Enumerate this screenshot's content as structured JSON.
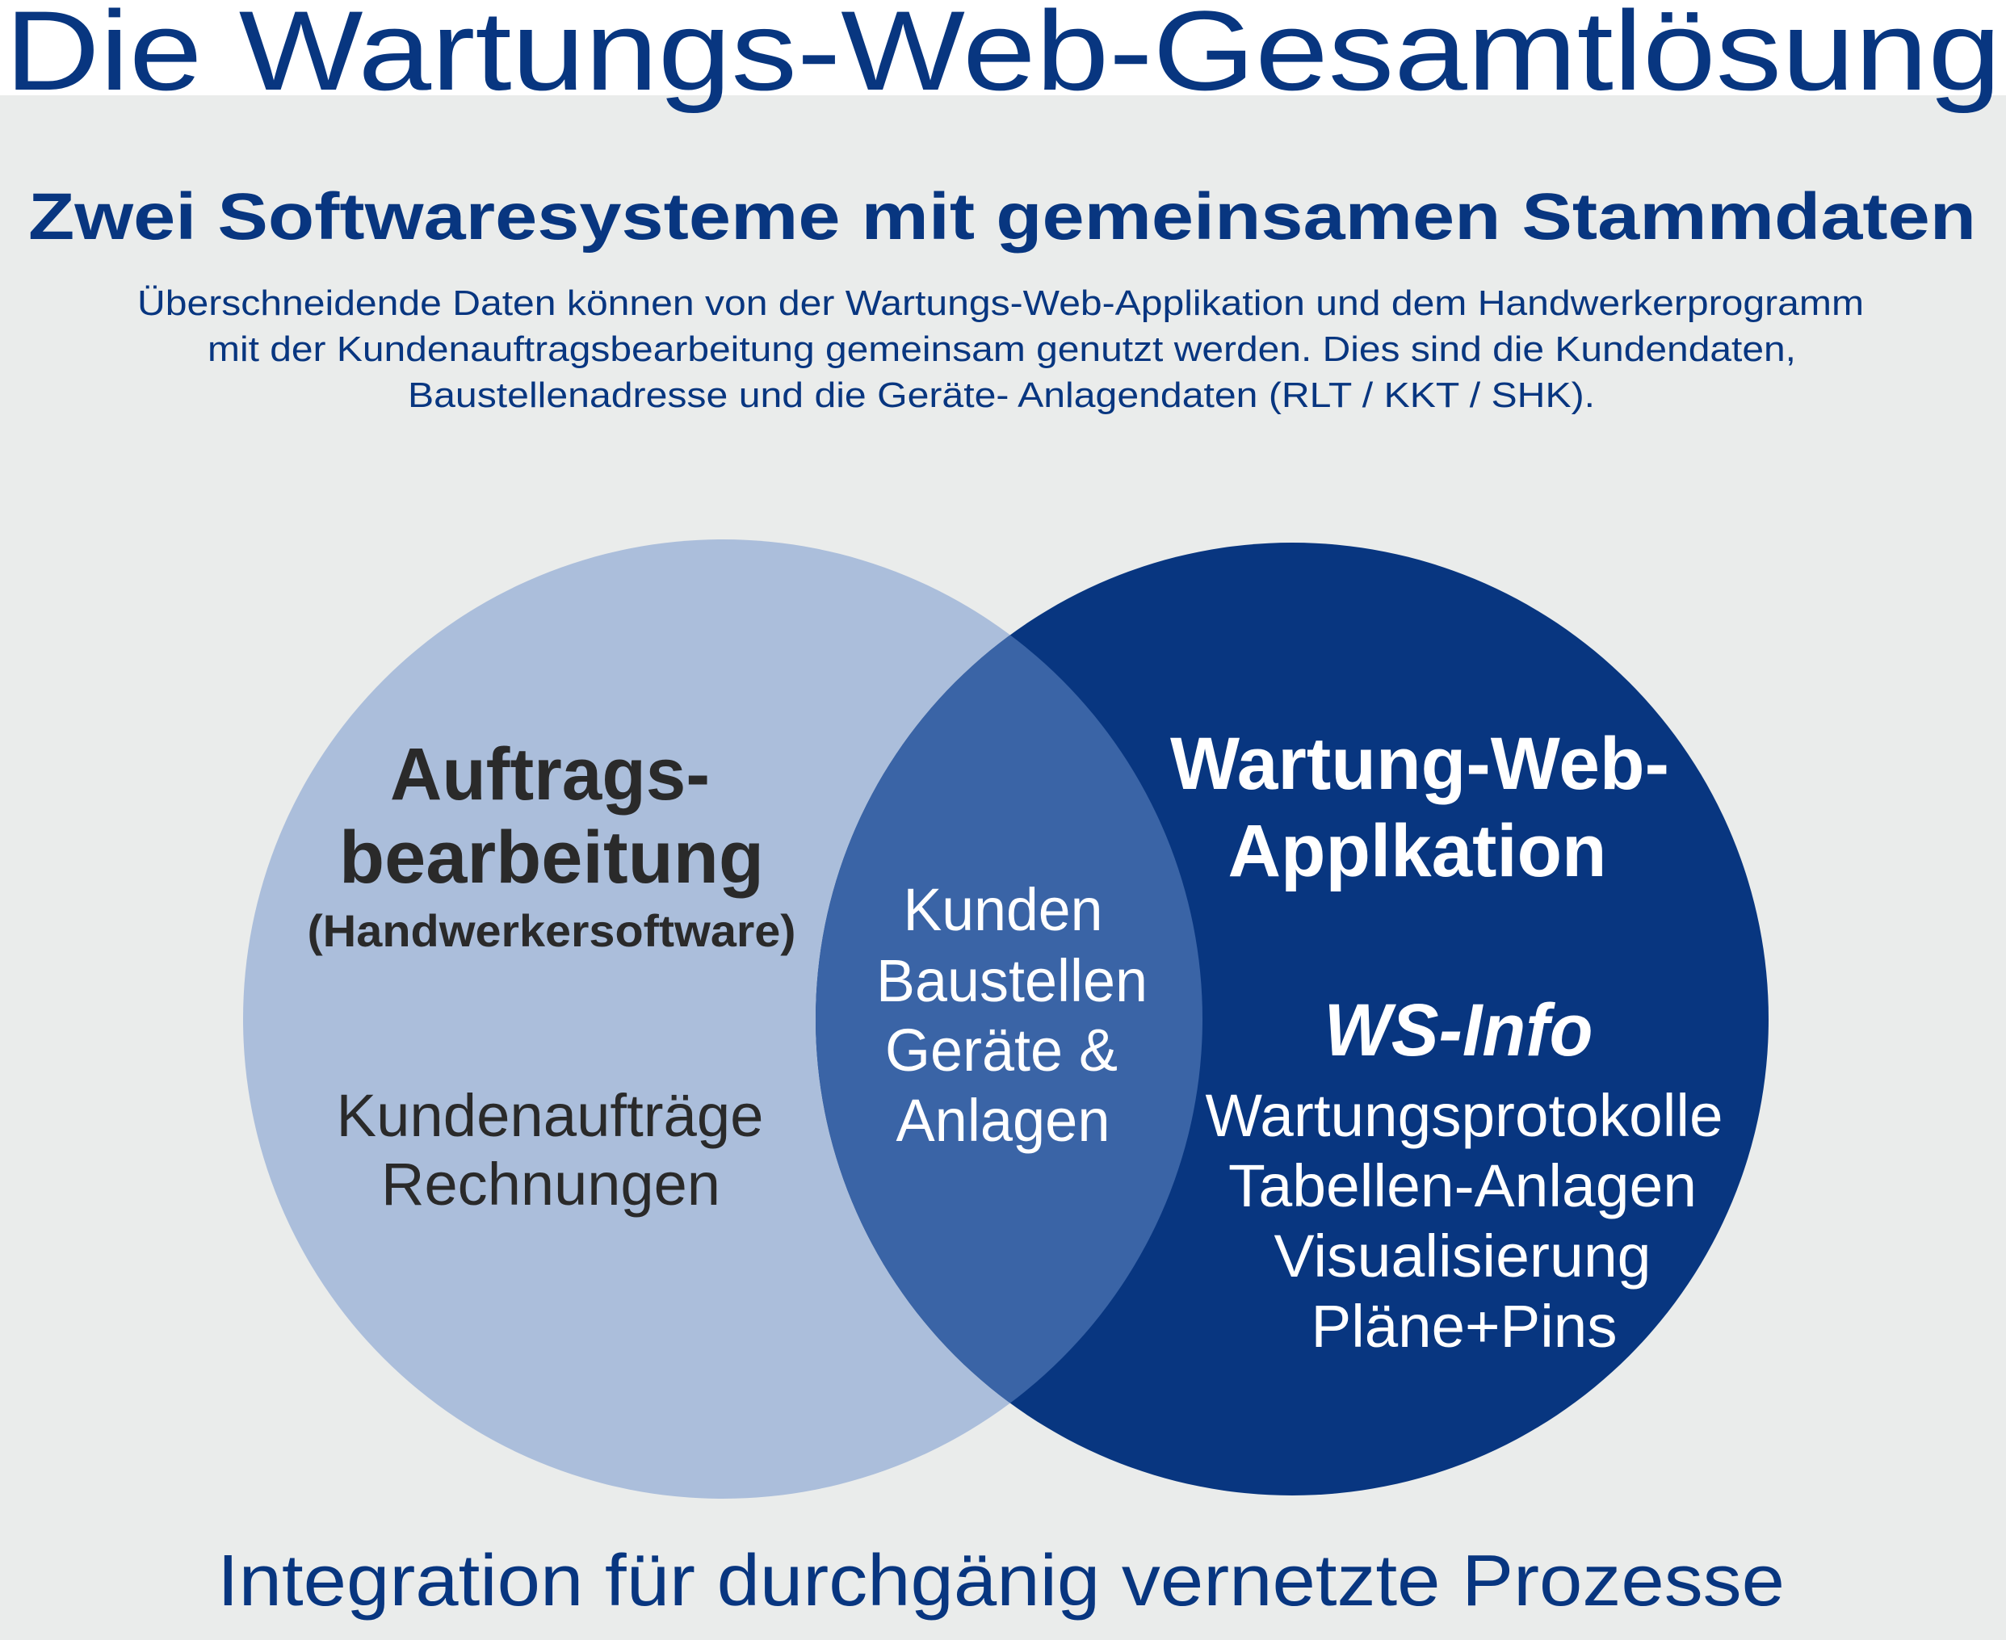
{
  "title": "Die Wartungs-Web-Gesamtlösung",
  "subtitle": "Zwei Softwaresysteme mit gemeinsamen Stammdaten",
  "description": [
    "Überschneidende Daten können von der Wartungs-Web-Applikation und dem Handwerkerprogramm",
    "mit der Kundenauftragsbearbeitung gemeinsam genutzt werden. Dies sind die Kundendaten,",
    "Baustellenadresse und die Geräte- Anlagendaten (RLT / KKT / SHK)."
  ],
  "left_circle": {
    "title_lines": [
      "Auftrags-",
      "bearbeitung"
    ],
    "note": "(Handwerkersoftware)",
    "items": [
      "Kundenaufträge",
      "Rechnungen"
    ]
  },
  "overlap": {
    "items": [
      "Kunden",
      "Baustellen",
      "Geräte &",
      "Anlagen"
    ]
  },
  "right_circle": {
    "title_lines": [
      "Wartung-Web-",
      "Applkation"
    ],
    "product": "WS-Info",
    "items": [
      "Wartungsprotokolle",
      "Tabellen-Anlagen",
      "Visualisierung",
      "Pläne+Pins"
    ]
  },
  "footer": "Integration für durchgänig vernetzte Prozesse",
  "colors": {
    "background": "#eaeceb",
    "primary": "#083680",
    "left_circle": "#abbedb",
    "overlap": "#3a64a6",
    "text_dark": "#2a2a2a"
  }
}
